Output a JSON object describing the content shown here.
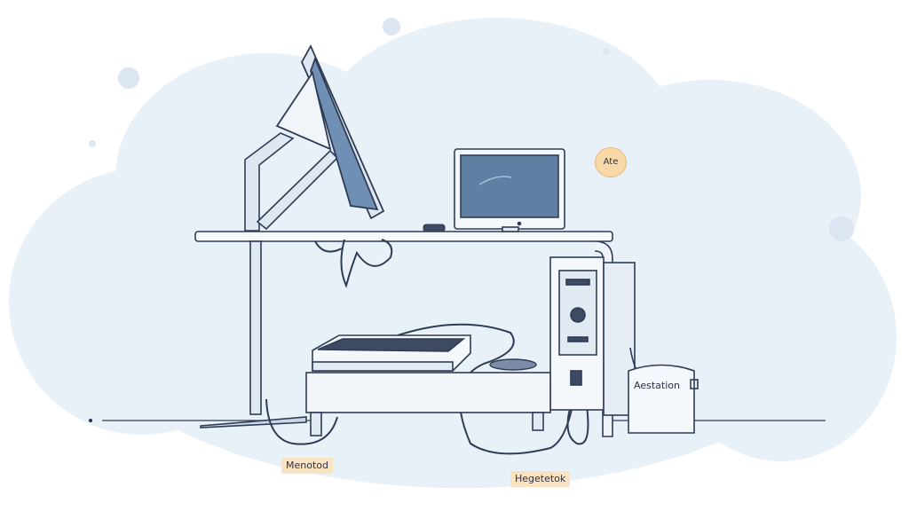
{
  "labels": {
    "ate": "Ate",
    "aestation": "Aestation",
    "menotod": "Menotod",
    "hegetetok": "Hegetetok"
  },
  "colors": {
    "cloud": "#e8f0f8",
    "outline": "#2f3c55",
    "screen": "#5f7fa3",
    "label_bg": "#fbe3c2",
    "accent": "#f9d9a8"
  }
}
